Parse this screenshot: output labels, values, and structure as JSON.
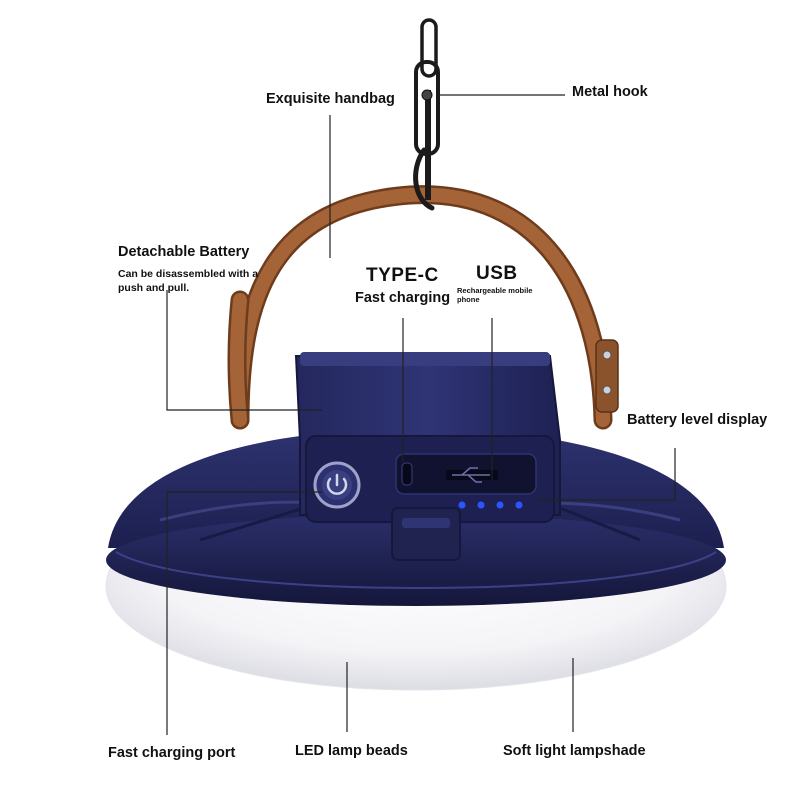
{
  "labels": {
    "metal_hook": "Metal hook",
    "exquisite_handbag": "Exquisite handbag",
    "detachable_battery": {
      "title": "Detachable Battery",
      "description": "Can be disassembled with a push and pull."
    },
    "type_c": {
      "title": "TYPE-C",
      "subtitle": "Fast charging"
    },
    "usb": {
      "title": "USB",
      "subtitle": "Rechargeable mobile phone"
    },
    "battery_level_display": "Battery level display",
    "fast_charging_port": "Fast charging port",
    "led_lamp_beads": "LED lamp beads",
    "soft_light_lampshade": "Soft light lampshade"
  },
  "colors": {
    "body": "#23265a",
    "body_dark": "#15173d",
    "body_light": "#3a3f7e",
    "strap": "#a56437",
    "strap_edge": "#6e3c1c",
    "hook": "#1b1b1b",
    "led": "#2a55ff",
    "lampshade": "#f6f6f8",
    "leader_line": "#222222"
  },
  "battery_indicator": {
    "leds_lit": 4,
    "leds_total": 4
  }
}
